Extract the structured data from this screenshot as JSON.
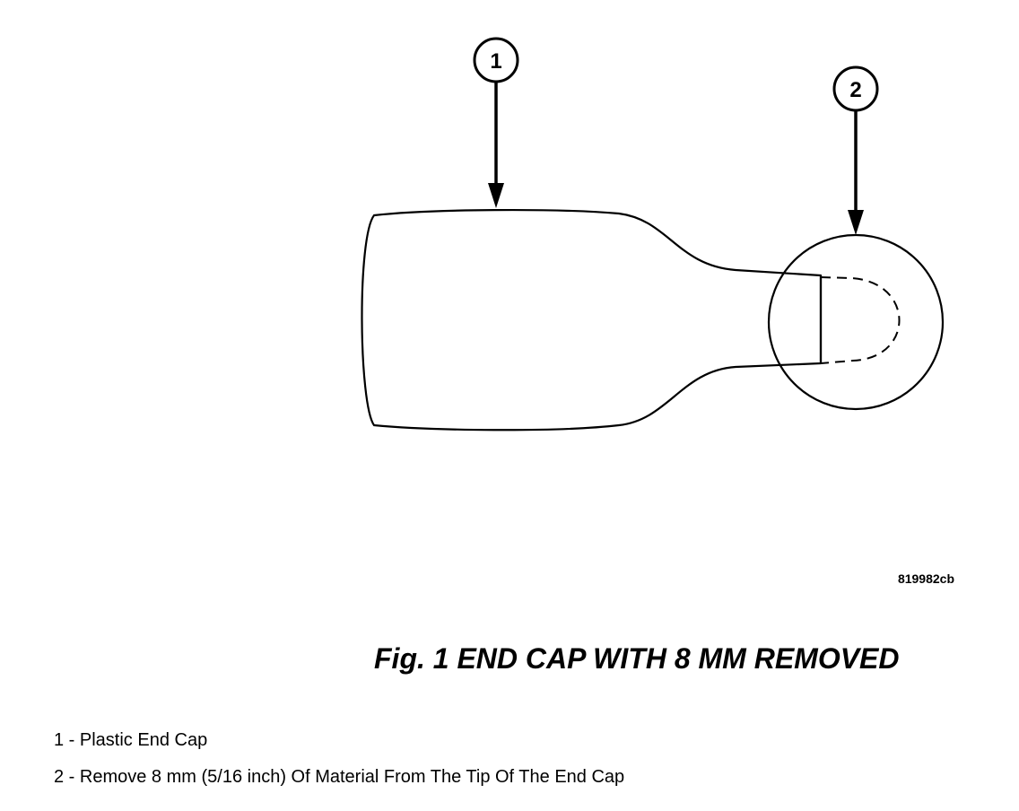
{
  "callouts": [
    {
      "number": "1"
    },
    {
      "number": "2"
    }
  ],
  "figure": {
    "id": "819982cb",
    "caption": "Fig. 1 END CAP WITH 8 MM REMOVED"
  },
  "legend": [
    "1 - Plastic End Cap",
    "2 - Remove 8 mm (5/16 inch) Of Material From The Tip Of The End Cap"
  ]
}
